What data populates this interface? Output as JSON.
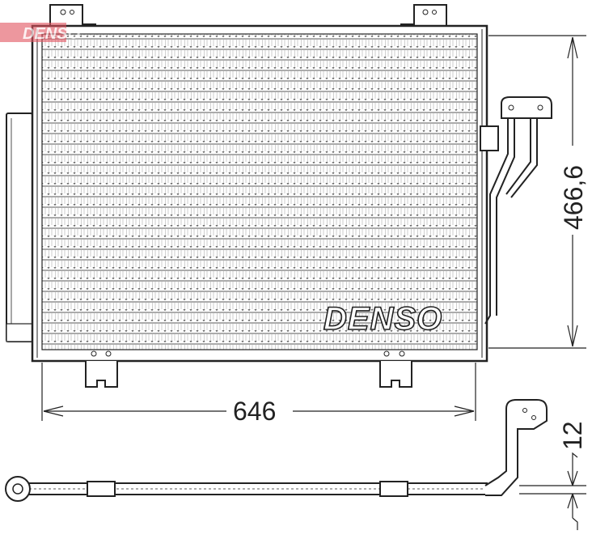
{
  "drawing": {
    "brand_logo": "DENSO",
    "watermark": "DENSO",
    "watermark_color": "#e0525e",
    "line_color": "#222222",
    "dimensions": {
      "width": "646",
      "height": "466,6",
      "thickness": "12"
    }
  }
}
